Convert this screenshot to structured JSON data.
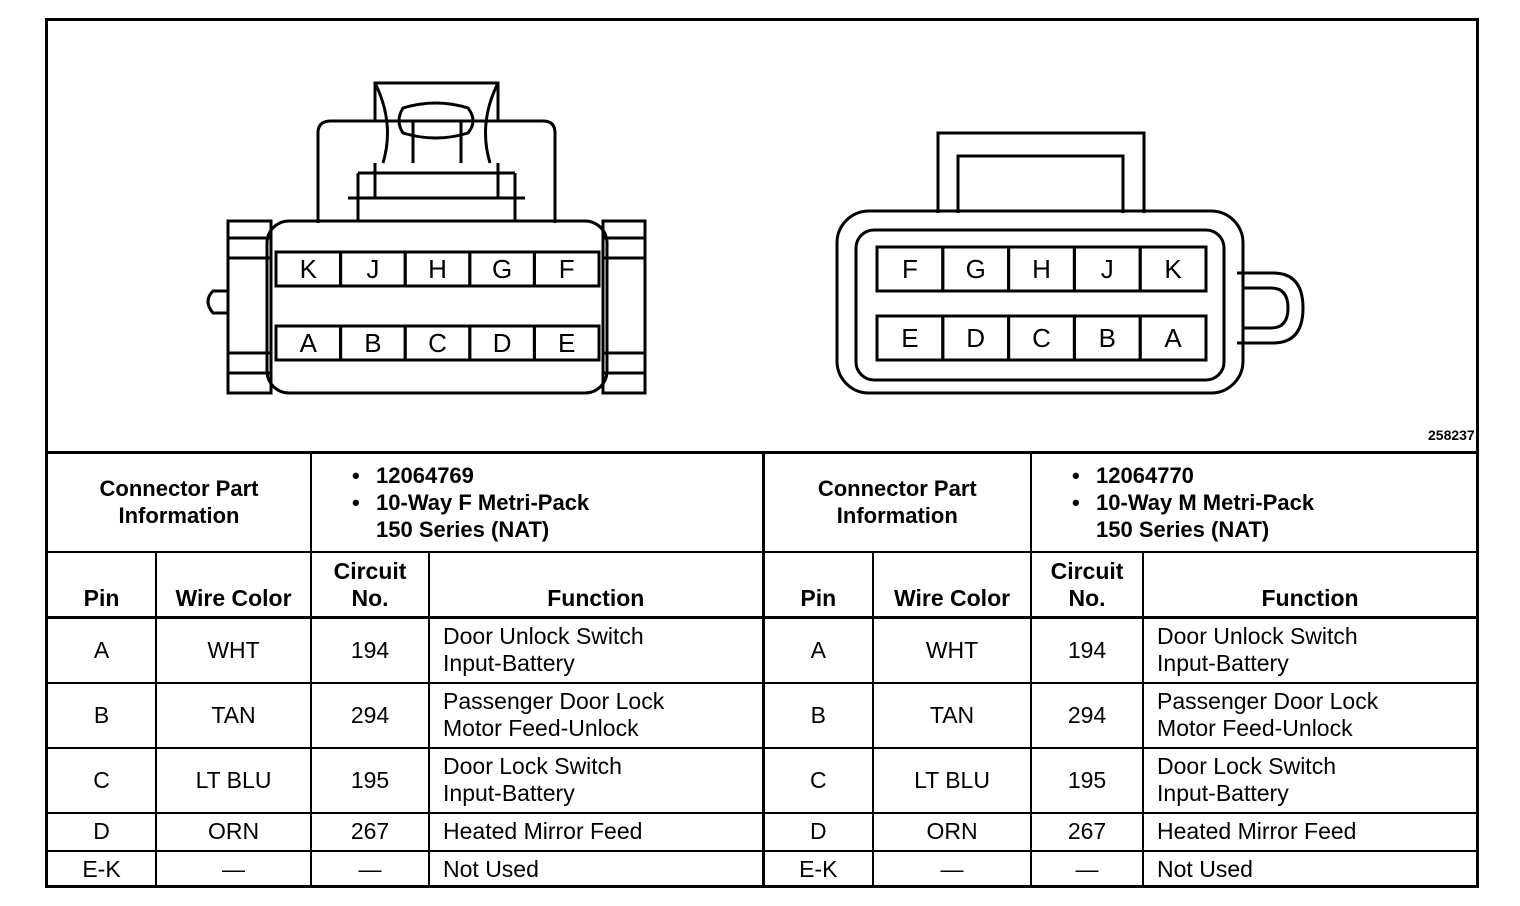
{
  "figure_id": "258237",
  "left_connector": {
    "top_row": [
      "K",
      "J",
      "H",
      "G",
      "F"
    ],
    "bottom_row": [
      "A",
      "B",
      "C",
      "D",
      "E"
    ],
    "part_info_label": [
      "Connector Part",
      "Information"
    ],
    "part_number": "12064769",
    "description_line1": "10-Way F Metri-Pack",
    "description_line2": "150 Series (NAT)"
  },
  "right_connector": {
    "top_row": [
      "F",
      "G",
      "H",
      "J",
      "K"
    ],
    "bottom_row": [
      "E",
      "D",
      "C",
      "B",
      "A"
    ],
    "part_info_label": [
      "Connector Part",
      "Information"
    ],
    "part_number": "12064770",
    "description_line1": "10-Way M Metri-Pack",
    "description_line2": "150 Series (NAT)"
  },
  "headers": {
    "pin": "Pin",
    "wire_color": "Wire Color",
    "circuit_line1": "Circuit",
    "circuit_line2": "No.",
    "function": "Function"
  },
  "left_rows": [
    {
      "pin": "A",
      "color": "WHT",
      "circuit": "194",
      "func1": "Door Unlock Switch",
      "func2": "Input-Battery"
    },
    {
      "pin": "B",
      "color": "TAN",
      "circuit": "294",
      "func1": "Passenger Door Lock",
      "func2": "Motor Feed-Unlock"
    },
    {
      "pin": "C",
      "color": "LT BLU",
      "circuit": "195",
      "func1": "Door Lock Switch",
      "func2": "Input-Battery"
    },
    {
      "pin": "D",
      "color": "ORN",
      "circuit": "267",
      "func1": "Heated Mirror Feed",
      "func2": ""
    },
    {
      "pin": "E-K",
      "color": "—",
      "circuit": "—",
      "func1": "Not Used",
      "func2": ""
    }
  ],
  "right_rows": [
    {
      "pin": "A",
      "color": "WHT",
      "circuit": "194",
      "func1": "Door Unlock Switch",
      "func2": "Input-Battery"
    },
    {
      "pin": "B",
      "color": "TAN",
      "circuit": "294",
      "func1": "Passenger Door Lock",
      "func2": "Motor Feed-Unlock"
    },
    {
      "pin": "C",
      "color": "LT BLU",
      "circuit": "195",
      "func1": "Door Lock Switch",
      "func2": "Input-Battery"
    },
    {
      "pin": "D",
      "color": "ORN",
      "circuit": "267",
      "func1": "Heated Mirror Feed",
      "func2": ""
    },
    {
      "pin": "E-K",
      "color": "—",
      "circuit": "—",
      "func1": "Not Used",
      "func2": ""
    }
  ]
}
